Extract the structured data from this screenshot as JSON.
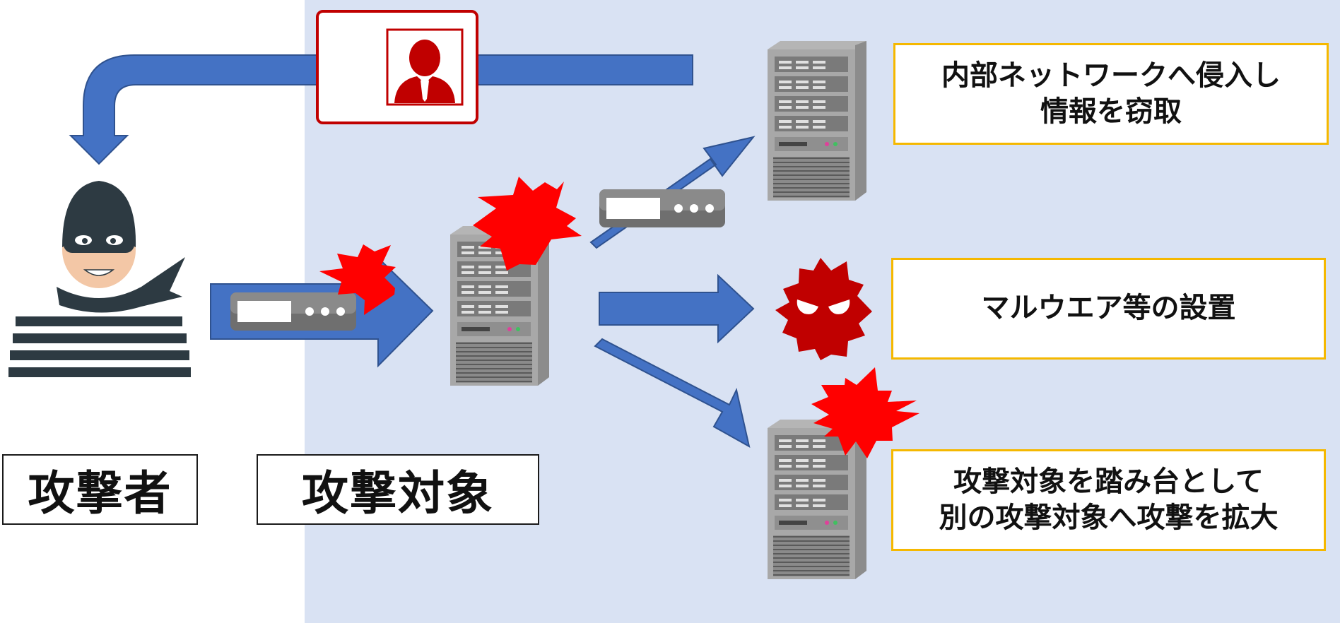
{
  "colors": {
    "background_zone": "#d9e2f3",
    "arrow": "#4472c4",
    "arrow_stroke": "#2f528f",
    "burst": "#ff0000",
    "card_border": "#c00000",
    "info_border": "#f5b800",
    "server": "#9a9a9a",
    "attacker_mask": "#2d3a42"
  },
  "labels": {
    "attacker": "攻撃者",
    "target": "攻撃対象"
  },
  "outcomes": {
    "intrusion_line1": "内部ネットワークへ侵入し",
    "intrusion_line2": "情報を窃取",
    "malware": "マルウエア等の設置",
    "pivot_line1": "攻撃対象を踏み台として",
    "pivot_line2": "別の攻撃対象へ攻撃を拡大"
  },
  "icons": {
    "attacker": "thief-icon",
    "person_card": "person-silhouette-icon",
    "server": "server-tower-icon",
    "device": "network-device-icon",
    "burst": "explosion-burst-icon",
    "malware": "malware-virus-icon"
  }
}
